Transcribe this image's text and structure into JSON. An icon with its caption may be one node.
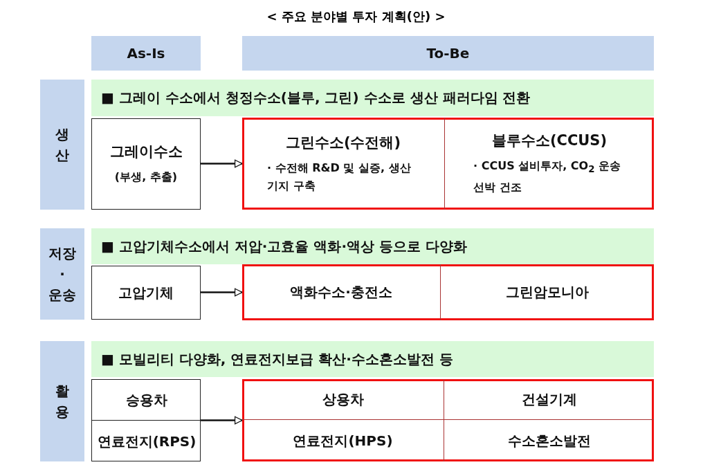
{
  "diagram": {
    "title": "< 주요 분야별 투자 계획(안) >",
    "nodes": [
      {
        "text": [
          "As-Is"
        ]
      },
      {
        "text": [
          "To-Be"
        ]
      },
      {
        "text": [
          "생산"
        ]
      },
      {
        "text": [
          "■ 그레이 수소에서 청정수소(블루, 그린) 수소로 생산 패러다임 전환"
        ]
      },
      {
        "text": [
          "그레이수소",
          "(부생, 추출)"
        ]
      },
      {
        "text": [],
        "shape": "box"
      },
      {
        "text": [
          "그린수소(수전해)",
          "· 수전해 R&D 및 실증, 생산기지 구축"
        ],
        "in": 5
      },
      {
        "text": [
          "블루수소(CCUS)",
          "· CCUS 설비투자, CO$_{2}$ 운송선박 건조"
        ],
        "in": 5
      },
      {
        "text": [
          "저장·운송"
        ]
      },
      {
        "text": [
          "■ 고압기체수소에서 저압·고효율 액화·액상 등으로 다양화"
        ]
      },
      {
        "text": [
          "고압기체"
        ]
      },
      {
        "text": [],
        "shape": "box"
      },
      {
        "text": [
          "액화수소·충전소"
        ],
        "in": 11
      },
      {
        "text": [
          "그린암모니아"
        ],
        "in": 11
      },
      {
        "text": [
          "활용"
        ]
      },
      {
        "text": [
          "■ 모빌리티 다양화, 연료전지보급 확산·수소혼소발전 등"
        ]
      },
      {
        "text": [],
        "shape": "box"
      },
      {
        "text": [
          "승용차"
        ],
        "in": 16
      },
      {
        "text": [
          "연료전지(RPS)"
        ],
        "in": 16
      },
      {
        "text": [],
        "shape": "box"
      },
      {
        "text": [
          "상용차"
        ],
        "in": 19
      },
      {
        "text": [
          "건설기계"
        ],
        "in": 19
      },
      {
        "text": [
          "연료전지(HPS)"
        ],
        "in": 19
      },
      {
        "text": [
          "수소혼소발전"
        ],
        "in": 19
      }
    ],
    "edges": [
      {
        "from": 4,
        "to": 5,
        "arrow": "to"
      },
      {
        "from": 10,
        "to": 11,
        "arrow": "to"
      },
      {
        "from": 16,
        "to": 19,
        "arrow": "to"
      }
    ]
  }
}
